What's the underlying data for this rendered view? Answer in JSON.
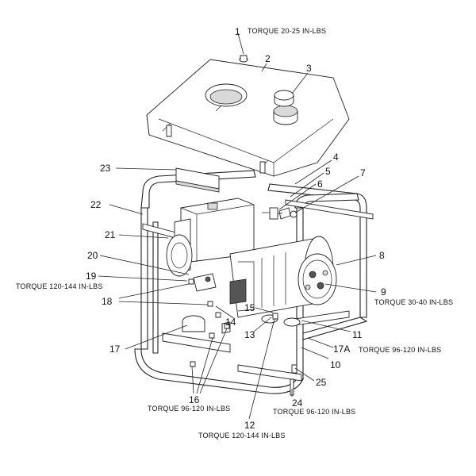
{
  "callouts": [
    {
      "id": "c1",
      "num": "1"
    },
    {
      "id": "c2",
      "num": "2"
    },
    {
      "id": "c3",
      "num": "3"
    },
    {
      "id": "c4",
      "num": "4"
    },
    {
      "id": "c5",
      "num": "5"
    },
    {
      "id": "c6",
      "num": "6"
    },
    {
      "id": "c7",
      "num": "7"
    },
    {
      "id": "c8",
      "num": "8"
    },
    {
      "id": "c9",
      "num": "9"
    },
    {
      "id": "c10",
      "num": "10"
    },
    {
      "id": "c11",
      "num": "11"
    },
    {
      "id": "c12",
      "num": "12"
    },
    {
      "id": "c13",
      "num": "13"
    },
    {
      "id": "c14",
      "num": "14"
    },
    {
      "id": "c15",
      "num": "15"
    },
    {
      "id": "c16",
      "num": "16"
    },
    {
      "id": "c17",
      "num": "17"
    },
    {
      "id": "c17a",
      "num": "17A"
    },
    {
      "id": "c18",
      "num": "18"
    },
    {
      "id": "c19",
      "num": "19"
    },
    {
      "id": "c20",
      "num": "20"
    },
    {
      "id": "c21",
      "num": "21"
    },
    {
      "id": "c22",
      "num": "22"
    },
    {
      "id": "c23",
      "num": "23"
    },
    {
      "id": "c24",
      "num": "24"
    },
    {
      "id": "c25",
      "num": "25"
    }
  ],
  "torque_notes": {
    "t1": "TORQUE 20-25 IN-LBS",
    "t19": "TORQUE 120-144 IN-LBS",
    "t9": "TORQUE 30-40 IN-LBS",
    "t17a": "TORQUE 96-120 IN-LBS",
    "t16": "TORQUE 96-120 IN-LBS",
    "t24": "TORQUE 96-120 IN-LBS",
    "t12": "TORQUE 120-144 IN-LBS"
  }
}
